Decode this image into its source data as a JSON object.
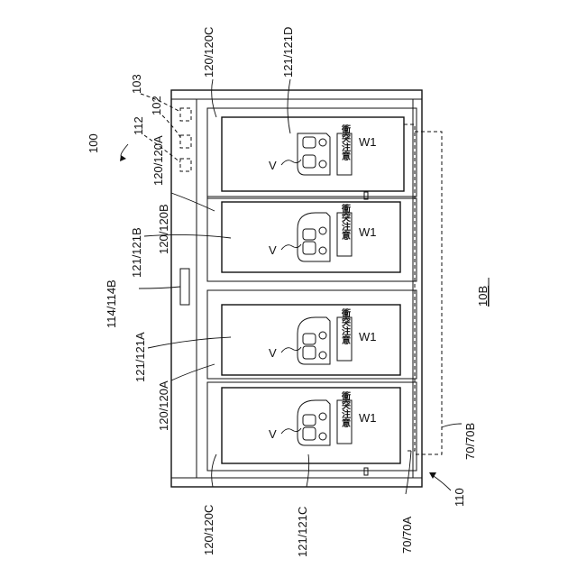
{
  "labels": {
    "system": "100",
    "side_b": "10B",
    "part_110": "110",
    "part_103": "103",
    "part_102": "102",
    "part_112": "112",
    "part_114": "114/114B",
    "top_120c": "120/120C",
    "top_121d": "121/121D",
    "mid_120b": "120/120B",
    "mid_121b": "121/121B",
    "mid_121a": "121/121A",
    "mid_120a": "120/120A",
    "right_70b": "70/70B",
    "bottom_120c": "120/120C",
    "bottom_121c": "121/121C",
    "bottom_70a": "70/70A"
  },
  "panels": [
    {
      "name": "121D",
      "vehicle": "V",
      "warning_text": "衝突注意",
      "warning_id": "W1"
    },
    {
      "name": "121B",
      "vehicle": "V",
      "warning_text": "衝突注意",
      "warning_id": "W1"
    },
    {
      "name": "121A",
      "vehicle": "V",
      "warning_text": "衝突注意",
      "warning_id": "W1"
    },
    {
      "name": "121C",
      "vehicle": "V",
      "warning_text": "衝突注意",
      "warning_id": "W1"
    }
  ]
}
